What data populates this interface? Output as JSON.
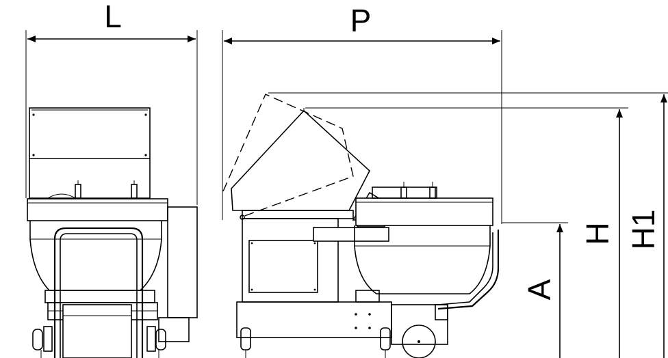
{
  "dimensions": {
    "width_label": "L",
    "depth_label": "P",
    "height_label": "H",
    "total_height_label": "H1",
    "bowl_height_label": "A"
  },
  "colors": {
    "line": "#000000",
    "background": "#ffffff"
  }
}
